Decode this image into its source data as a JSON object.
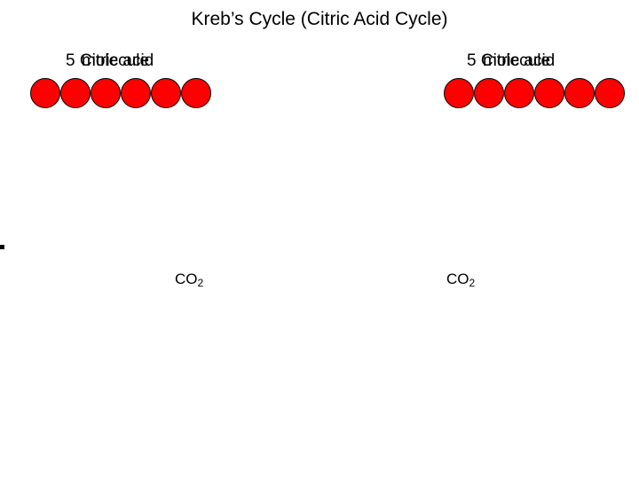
{
  "slide": {
    "title": "Kreb’s Cycle (Citric Acid Cycle)",
    "background_color": "#ffffff",
    "text_color": "#000000"
  },
  "diagram": {
    "atom_color": "#ff0000",
    "atom_outline_color": "#000000",
    "atom_count_per_group": 6,
    "groups": [
      {
        "id": "left",
        "label_runs": [
          "5 Citric acid",
          "molecule"
        ],
        "atom_count": 6
      },
      {
        "id": "right",
        "label_runs": [
          "5 Citric acid",
          "molecule"
        ],
        "atom_count": 6
      }
    ],
    "byproducts": [
      {
        "id": "left",
        "formula": "CO",
        "subscript": "2"
      },
      {
        "id": "right",
        "formula": "CO",
        "subscript": "2"
      }
    ]
  }
}
